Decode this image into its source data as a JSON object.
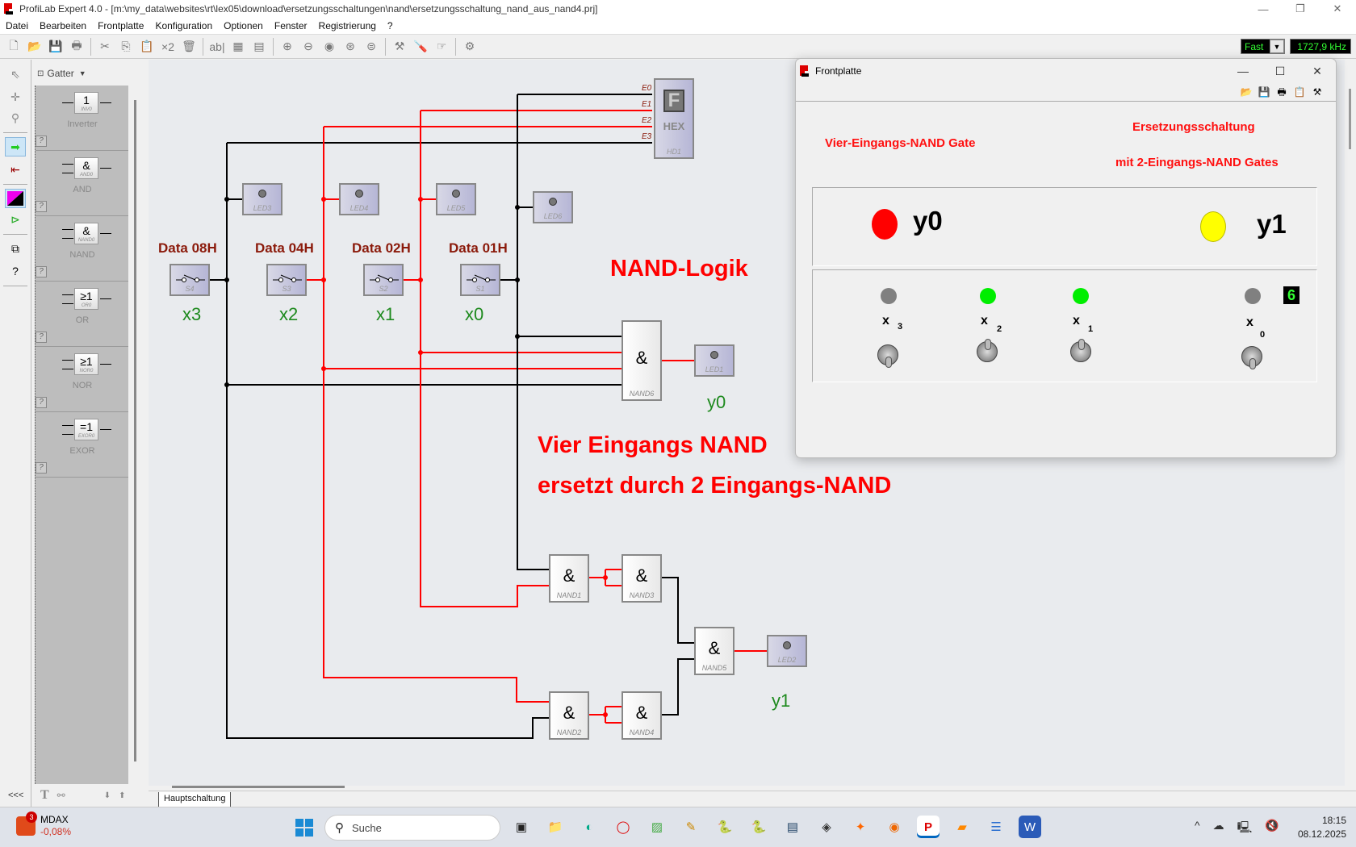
{
  "window": {
    "title": "ProfiLab Expert 4.0 - [m:\\my_data\\websites\\rt\\lex05\\download\\ersetzungsschaltungen\\nand\\ersetzungsschaltung_nand_aus_nand4.prj]",
    "minimize": "—",
    "maximize": "❐",
    "close": "✕"
  },
  "menu": [
    "Datei",
    "Bearbeiten",
    "Frontplatte",
    "Konfiguration",
    "Optionen",
    "Fenster",
    "Registrierung",
    "?"
  ],
  "toolbar": {
    "buttons": [
      "new-icon",
      "open-icon",
      "save-icon",
      "print-icon",
      "cut-icon",
      "copy-icon",
      "paste-icon",
      "duplicate-icon",
      "delete-icon",
      "text-icon",
      "grid-icon",
      "list-icon",
      "zoom-in-icon",
      "zoom-out-icon",
      "zoom-fit-icon",
      "zoom-window-icon",
      "zoom-all-icon",
      "build-icon",
      "screwdriver-icon",
      "hand-icon",
      "settings-icon"
    ],
    "duplicate_label": "×2",
    "speed_mode": "Fast",
    "frequency": "1727,9 kHz"
  },
  "palette": {
    "category": "Gatter",
    "items": [
      {
        "symbol": "1",
        "name": "INV0",
        "label": "Inverter"
      },
      {
        "symbol": "&",
        "name": "AND0",
        "label": "AND"
      },
      {
        "symbol": "&",
        "name": "NAND0",
        "label": "NAND"
      },
      {
        "symbol": "≥1",
        "name": "OR0",
        "label": "OR"
      },
      {
        "symbol": "≥1",
        "name": "NOR0",
        "label": "NOR"
      },
      {
        "symbol": "=1",
        "name": "EXOR0",
        "label": "EXOR"
      }
    ],
    "help": "?",
    "collapse": "<<<"
  },
  "circuit": {
    "switches": [
      {
        "id": "S4",
        "data": "Data 08H",
        "var": "x3"
      },
      {
        "id": "S3",
        "data": "Data 04H",
        "var": "x2"
      },
      {
        "id": "S2",
        "data": "Data 02H",
        "var": "x1"
      },
      {
        "id": "S1",
        "data": "Data 01H",
        "var": "x0"
      }
    ],
    "leds": [
      "LED3",
      "LED4",
      "LED5",
      "LED6",
      "LED1",
      "LED2"
    ],
    "hex": {
      "id": "HD1",
      "label": "HEX",
      "digit": "F",
      "pins": [
        "E0",
        "E1",
        "E2",
        "E3"
      ]
    },
    "gates": {
      "nand6": "NAND6",
      "nand1": "NAND1",
      "nand2": "NAND2",
      "nand3": "NAND3",
      "nand4": "NAND4",
      "nand5": "NAND5",
      "symbol": "&"
    },
    "outputs": {
      "y0": "y0",
      "y1": "y1"
    },
    "title": "NAND-Logik",
    "caption_line1": "Vier Eingangs NAND",
    "caption_line2": "ersetzt durch 2 Eingangs-NAND",
    "wire_colors": {
      "high": "#ff0000",
      "low": "#000000"
    }
  },
  "tabs": [
    "Hauptschaltung"
  ],
  "frontplatte": {
    "title": "Frontplatte",
    "heading_left": "Vier-Eingangs-NAND Gate",
    "heading_right_1": "Ersetzungsschaltung",
    "heading_right_2": "mit 2-Eingangs-NAND Gates",
    "y0_label": "y0",
    "y1_label": "y1",
    "y0_color": "#ff0000",
    "y1_color": "#ffff00",
    "inputs": [
      {
        "label": "x",
        "sub": "3",
        "led": "#808080",
        "state": "off"
      },
      {
        "label": "x",
        "sub": "2",
        "led": "#00ee00",
        "state": "on"
      },
      {
        "label": "x",
        "sub": "1",
        "led": "#00ee00",
        "state": "on"
      },
      {
        "label": "x",
        "sub": "0",
        "led": "#808080",
        "state": "off"
      }
    ],
    "hex_value": "6"
  },
  "taskbar": {
    "widget_name": "MDAX",
    "widget_value": "-0,08%",
    "widget_badge": "3",
    "search_placeholder": "Suche",
    "time": "18:15",
    "date": "08.12.2025"
  }
}
